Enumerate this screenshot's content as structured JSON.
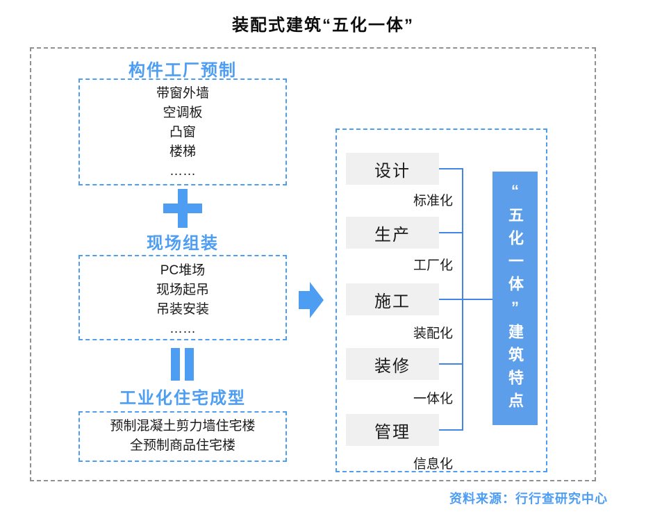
{
  "title": "装配式建筑“五化一体”",
  "source": "资料来源：行行查研究中心",
  "colors": {
    "accent": "#4d9df3",
    "line": "#4285e4",
    "box-gray": "#f0f0f0",
    "result-blue": "#5c9ee9",
    "outer-gray": "#909090"
  },
  "left": {
    "stages": [
      {
        "heading": "构件工厂预制",
        "items": [
          "带窗外墙",
          "空调板",
          "凸窗",
          "楼梯",
          "……"
        ]
      },
      {
        "heading": "现场组装",
        "items": [
          "PC堆场",
          "现场起吊",
          "吊装安装",
          "……"
        ]
      },
      {
        "heading": "工业化住宅成型",
        "items": [
          "预制混凝土剪力墙住宅楼",
          "全预制商品住宅楼"
        ]
      }
    ],
    "operators": {
      "plus": "plus-sign",
      "equals": "equals-sign"
    }
  },
  "flow": {
    "arrow": "arrow-right"
  },
  "right": {
    "rows": [
      {
        "box": "设计",
        "label": "标准化"
      },
      {
        "box": "生产",
        "label": "工厂化"
      },
      {
        "box": "施工",
        "label": "装配化"
      },
      {
        "box": "装修",
        "label": "一体化"
      },
      {
        "box": "管理",
        "label": "信息化"
      }
    ],
    "result": "“五化一体”建筑特点"
  }
}
